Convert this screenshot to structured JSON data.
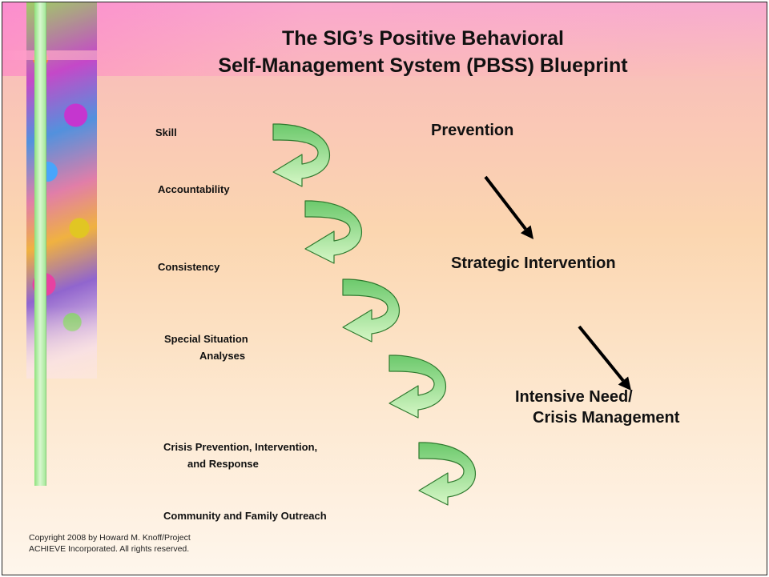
{
  "title": {
    "line1": "The SIG’s Positive Behavioral",
    "line2": "Self-Management System (PBSS) Blueprint"
  },
  "steps": [
    {
      "lines": [
        "Skill"
      ]
    },
    {
      "lines": [
        "Accountability"
      ]
    },
    {
      "lines": [
        "Consistency"
      ]
    },
    {
      "lines": [
        "Special Situation",
        "Analyses"
      ]
    },
    {
      "lines": [
        "Crisis Prevention,  Intervention,",
        "and Response"
      ]
    },
    {
      "lines": [
        "Community and Family Outreach"
      ]
    }
  ],
  "levels": [
    {
      "lines": [
        "Prevention"
      ]
    },
    {
      "lines": [
        "Strategic Intervention"
      ]
    },
    {
      "lines": [
        "Intensive Need/",
        "Crisis Management"
      ]
    }
  ],
  "copyright": {
    "line1": "Copyright 2008 by Howard M. Knoff/Project",
    "line2": "ACHIEVE Incorporated.  All rights reserved."
  },
  "colors": {
    "arrow_fill_top": "#6cc96c",
    "arrow_fill_bottom": "#d6f7c6",
    "arrow_stroke": "#2f7a2f",
    "pointer": "#000000"
  }
}
